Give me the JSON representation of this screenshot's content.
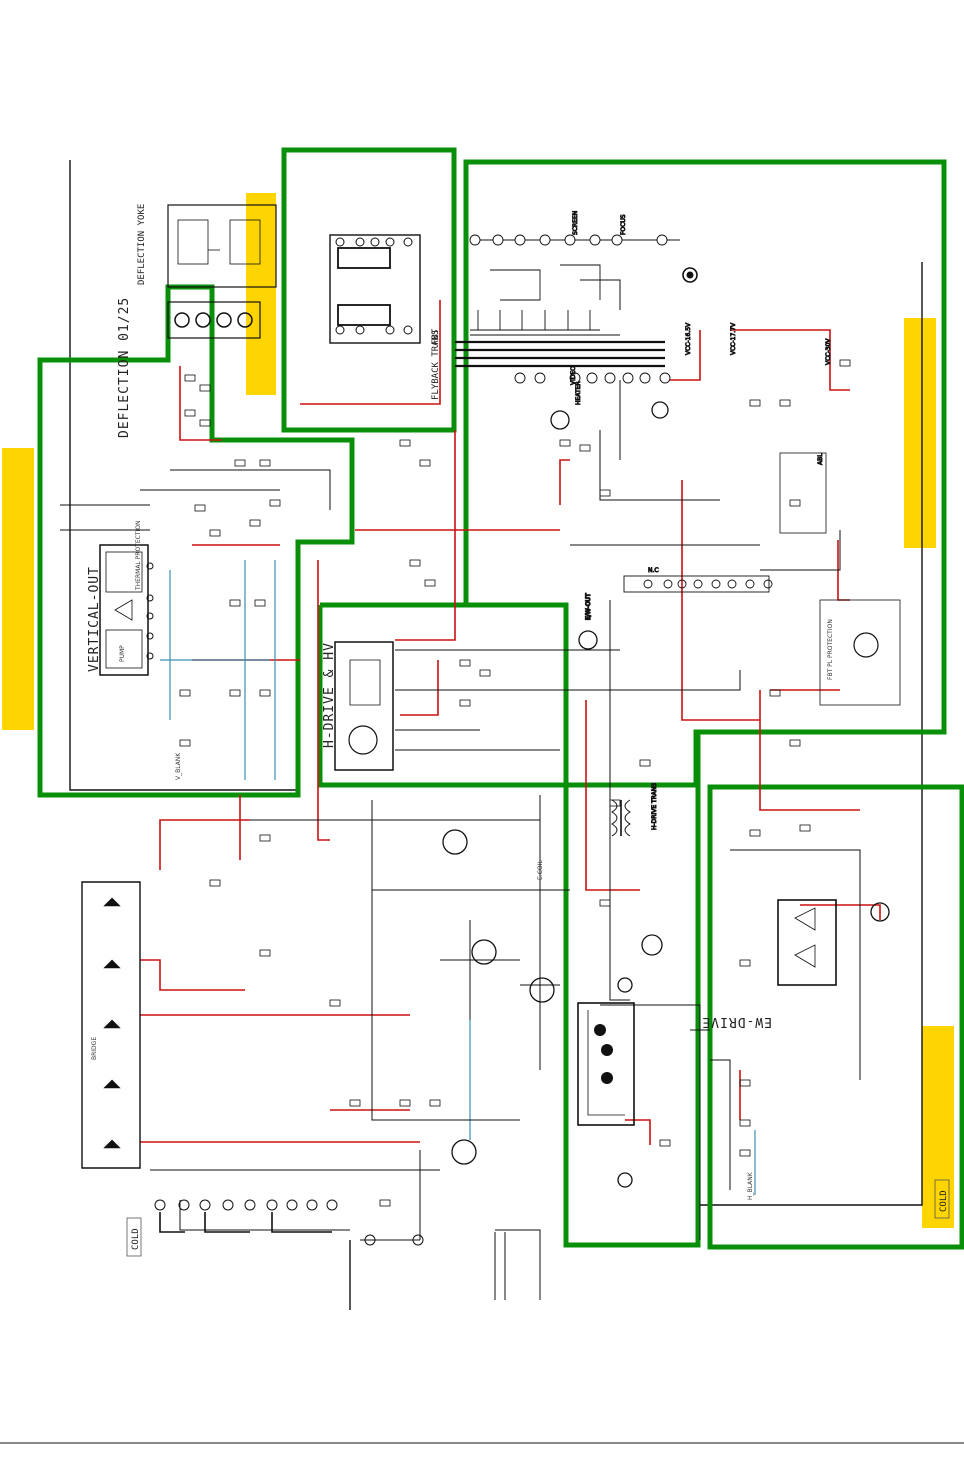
{
  "title": "DEFLECTION 01/25",
  "colors": {
    "block_outline": "#0a8f0a",
    "highlight": "#ffd500",
    "trace_red": "#cc1111",
    "trace_blue": "#3a8fb0",
    "wire": "#111111"
  },
  "labels": {
    "deflection_yoke": "DEFLECTION YOKE",
    "fbt": "FBT",
    "flyback_trans": "FLYBACK TRANS",
    "vertical_out": "VERTICAL-OUT",
    "thermal_protection": "THERMAL PROTECTION",
    "pump": "PUMP",
    "h_drive_hv": "H-DRIVE & HV",
    "h_drive_trans": "H-DRIVE TRANS",
    "ew_drive": "EW-DRIVE",
    "ew_out": "E/W-OUT",
    "fbt_pl_protection": "FBT PL PROTECTION",
    "cold_left": "COLD",
    "cold_right": "COLD",
    "screen": "SCREEN",
    "focus": "FOCUS",
    "heater": "HEATER",
    "video": "VIDEO",
    "n_c": "N.C",
    "vcc_16v": "VCC-16.5V",
    "vcc_17v": "VCC-17.7V",
    "vcc_30v": "VCC-30V",
    "abl": "ABL",
    "bridge_rect": "BRIDGE",
    "e_coil": "E.COIL",
    "v_blank": "V_BLANK",
    "h_blank": "H_BLANK"
  }
}
